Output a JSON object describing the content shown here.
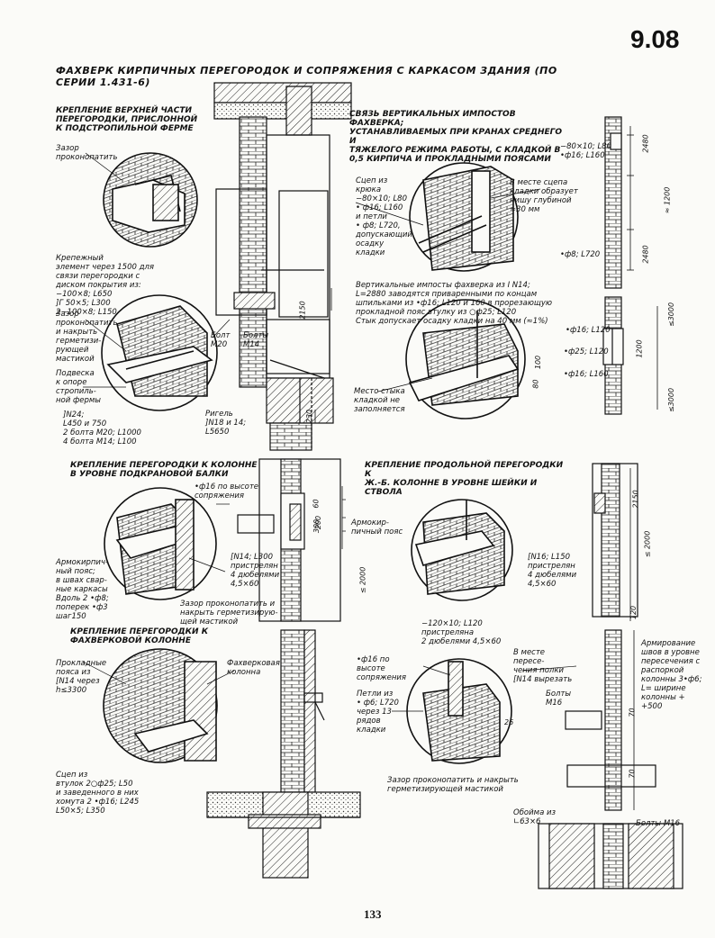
{
  "sheet_number": "9.08",
  "page_number": "133",
  "main_title": "ФАХВЕРК КИРПИЧНЫХ ПЕРЕГОРОДОК И СОПРЯЖЕНИЯ С КАРКАСОМ ЗДАНИЯ (ПО СЕРИИ 1.431-6)",
  "sections": {
    "top_left_title": "КРЕПЛЕНИЕ ВЕРХНЕЙ ЧАСТИ\nПЕРЕГОРОДКИ, ПРИСЛОННОЙ\nК ПОДСТРОПИЛЬНОЙ ФЕРМЕ",
    "top_right_title": "СВЯЗЬ ВЕРТИКАЛЬНЫХ ИМПОСТОВ ФАХВЕРКА;\nУСТАНАВЛИВАЕМЫХ ПРИ КРАНАХ СРЕДНЕГО И\nТЯЖЕЛОГО РЕЖИМА РАБОТЫ, С КЛАДКОЙ В\n0,5 КИРПИЧА И ПРОКЛАДНЫМИ ПОЯСАМИ",
    "mid_left_title": "КРЕПЛЕНИЕ ПЕРЕГОРОДКИ К КОЛОННЕ\nВ УРОВНЕ ПОДКРАНОВОЙ БАЛКИ",
    "mid_right_title": "КРЕПЛЕНИЕ ПРОДОЛЬНОЙ ПЕРЕГОРОДКИ К\nЖ.-Б. КОЛОННЕ В УРОВНЕ ШЕЙКИ И СТВОЛА",
    "bottom_left_title": "КРЕПЛЕНИЕ ПЕРЕГОРОДКИ К\nФАХВЕРКОВОЙ КОЛОННЕ"
  },
  "notes": {
    "n_gap_top": "Зазор\nпроконопатить",
    "n_fastener": "Крепежный\nэлемент через 1500 для\nсвязи перегородки с\nдиском покрытия из:\n−100×8; L650\n]Г 50×5; L300\n2−100×8; L150",
    "n_gap_seal": "Зазор\nпроконопатить\nи накрыть\nгерметизи-\nрующей\nмастикой",
    "n_support": "Подвеска\nк опоре\nстропиль-\nной фермы",
    "n_beam_spec": "]N24;\nL450 и 750\n2 болта M20; L1000\n4 болта M14; L100",
    "n_bolt_m20": "Болт\nM20",
    "n_bolt_m14": "Болты\nM14",
    "n_rigel": "Ригель\n]N18 и 14;\nL5650",
    "n_hook": "Сцеп из\nкрюка\n−80×10; L80\n• ф16; L160\nи петли\n• ф8; L720,\nдопускающий\nосадку\nкладки",
    "n_seam": "В месте сцепа\nкладки образует\nнишу глубиной\n≈30 мм",
    "n_imposts": "Вертикальные импосты фахверка из I N14;\nL=2880 заводятся приваренными по концам\nшпильками из •ф16; L120 и 160 в прорезающую\nпрокладной пояс втулку из ○ф25; L120\nСтык допускает осадку кладки на 40 мм (≈1%)",
    "n_joint": "Место стыка\nкладкой не\nзаполняется",
    "n_r1": "−80×10; L80\n•ф16; L160",
    "n_r2": "•ф8; L720",
    "n_r3": "•ф16; L120",
    "n_r4": "•ф25; L120",
    "n_r5": "•ф16; L160",
    "n_f16_height": "•ф16 по высоте\nсопряжения",
    "n_armo": "Армокирпич-\nный пояс;\nв швах свар-\nные каркасы\nВдоль 2 •ф8;\nпоперек •ф3 шаг150",
    "n_armo2": "Армокир-\nпичный пояс",
    "n_ch14": "[N14; L300\nпристрелян\n4 дюбелями\n4,5×60",
    "n_gap_mastic": "Зазор проконопатить и\nнакрыть герметизирую-\nщей мастикой",
    "n_ch16": "[N16; L150\nпристрелян\n4 дюбелями\n4,5×60",
    "n_plate": "−120×10; L120\nпристреляна\n2 дюбелями 4,5×60",
    "n_f16_height2": "•ф16 по\nвысоте\nсопряжения",
    "n_loops": "Петли из\n• ф6; L720\nчерез 13\nрядов кладки",
    "n_gap_mastic2": "Зазор проконопатить и накрыть\nгерметизирующей мастикой",
    "n_cut": "В месте пересе-\nчения полки\n[N14 вырезать",
    "n_bolts_m16": "Болты\nM16",
    "n_reinf": "Армирование\nшвов в уровне\nпересечения с\nраспоркой\nколонны 3•ф6;\nL= ширине\nколонны +\n+500",
    "n_strips": "Прокладные\nпояса из\n[N14 через\nh≤3300",
    "n_fcol": "Фахверковая\nколонна",
    "n_sleeve": "Сцеп из\nвтулок 2○ф25; L50\nи заведенного в них\nхомута 2 •ф16; L245\nL50×5; L350",
    "n_clip": "Обойма из\n∟63×6",
    "n_bolts_m16b": "Болты M16"
  },
  "dims": {
    "d1": "2480",
    "d2": "≈ 1200",
    "d3": "2480",
    "d4": "≤3000",
    "d5": "≤3000",
    "d6": "100",
    "d7": "80",
    "d8": "1200",
    "d9": "≤ 2000",
    "d10": "≤ 2000",
    "d11": "200",
    "d12": "60",
    "d13": "2150",
    "d14": "120",
    "d15": "70",
    "d16": "70",
    "d17": "2150",
    "d18": "230",
    "d19": "26",
    "d20": "300"
  }
}
